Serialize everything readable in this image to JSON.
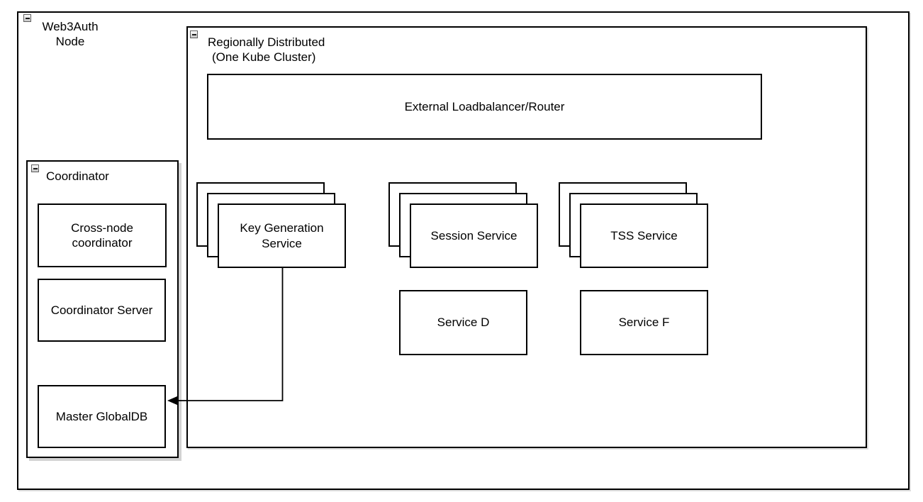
{
  "diagram": {
    "nodes": {
      "web3auth": {
        "line1": "Web3Auth",
        "line2": "Node"
      },
      "regional": {
        "line1": "Regionally Distributed",
        "line2": "(One Kube Cluster)"
      },
      "elb": {
        "label": "External Loadbalancer/Router"
      },
      "keygen": {
        "label": "Key Generation Service",
        "stack_count": 3
      },
      "session": {
        "label": "Session Service",
        "stack_count": 3
      },
      "tss": {
        "label": "TSS Service",
        "stack_count": 3
      },
      "service_d": {
        "label": "Service D"
      },
      "service_f": {
        "label": "Service F"
      },
      "coordinator": {
        "label": "Coordinator"
      },
      "cross_node": {
        "label": "Cross-node coordinator"
      },
      "coord_server": {
        "label": "Coordinator Server"
      },
      "master_db": {
        "label": "Master GlobalDB"
      }
    },
    "edges": [
      {
        "from": "Key Generation Service",
        "to": "Master GlobalDB",
        "style": "arrow-left"
      }
    ],
    "colors": {
      "stroke": "#000000",
      "canvas": "#ffffff",
      "shadow": "#d2d2d2",
      "collapse_icon_border": "#5f5f5f"
    }
  }
}
